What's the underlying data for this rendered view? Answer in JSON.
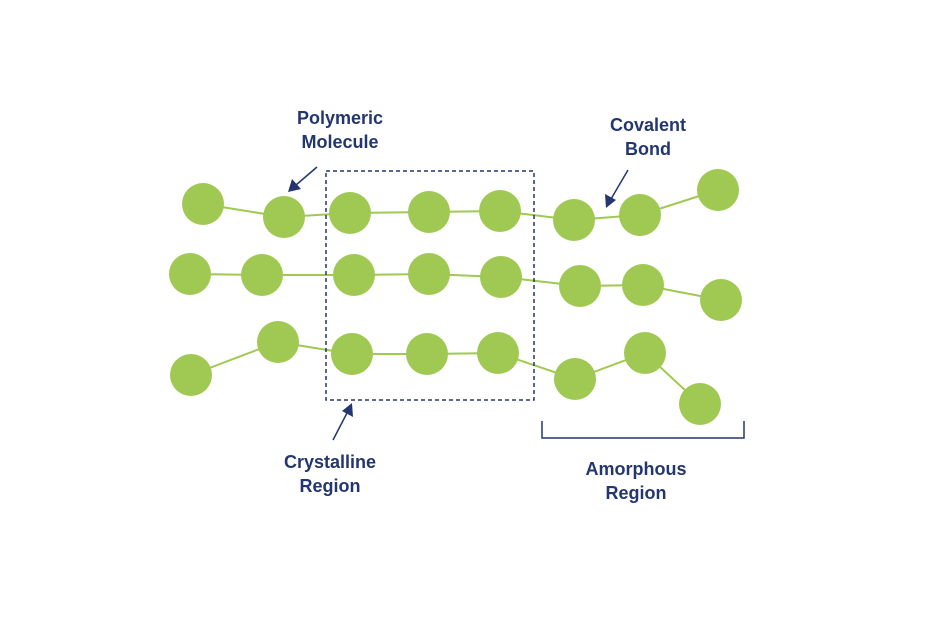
{
  "labels": {
    "polymeric": [
      "Polymeric",
      "Molecule"
    ],
    "covalent": [
      "Covalent",
      "Bond"
    ],
    "crystalline": [
      "Crystalline",
      "Region"
    ],
    "amorphous": [
      "Amorphous",
      "Region"
    ]
  },
  "colors": {
    "atom": "#9fc952",
    "bond": "#9fc952",
    "annotation": "#23366f"
  }
}
